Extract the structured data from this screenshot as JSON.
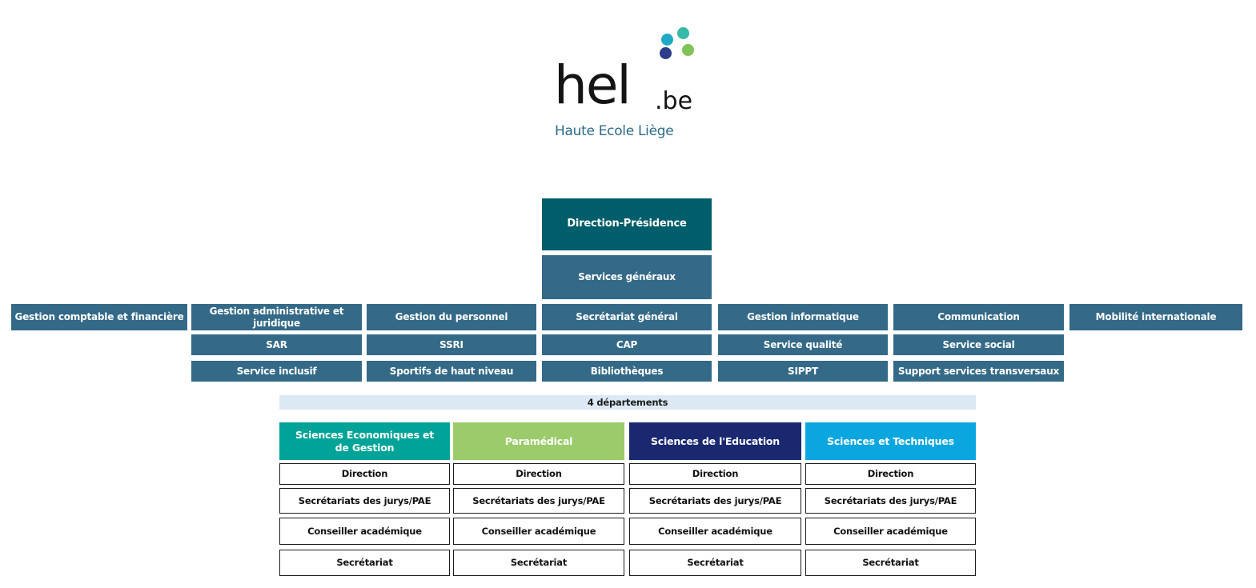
{
  "logo": {
    "word": "hel",
    "suffix": ".be",
    "tagline": "Haute Ecole Liège",
    "dot_colors": [
      "#1ea9c5",
      "#37b9a8",
      "#2e3c8c",
      "#7fc35a"
    ]
  },
  "direction": "Direction-Présidence",
  "services_generaux": "Services généraux",
  "services": {
    "gestion_comptable": "Gestion comptable et financière",
    "gestion_administrative": "Gestion administrative et juridique",
    "gestion_personnel": "Gestion du personnel",
    "secretariat_general": "Secrétariat général",
    "gestion_informatique": "Gestion informatique",
    "communication": "Communication",
    "mobilite": "Mobilité internationale",
    "sar": "SAR",
    "ssri": "SSRI",
    "cap": "CAP",
    "service_qualite": "Service qualité",
    "service_social": "Service social",
    "service_inclusif": "Service inclusif",
    "sportifs": "Sportifs de haut niveau",
    "bibliotheques": "Bibliothèques",
    "sippt": "SIPPT",
    "support": "Support services transversaux"
  },
  "departments_label": "4 départements",
  "departments": [
    {
      "name": "Sciences Economiques et de Gestion",
      "color": "#00a398",
      "rows": [
        "Direction",
        "Secrétariats des jurys/PAE",
        "Conseiller académique",
        "Secrétariat"
      ]
    },
    {
      "name": "Paramédical",
      "color": "#9ccb6b",
      "rows": [
        "Direction",
        "Secrétariats des jurys/PAE",
        "Conseiller académique",
        "Secrétariat"
      ]
    },
    {
      "name": "Sciences de l'Education",
      "color": "#1a2870",
      "rows": [
        "Direction",
        "Secrétariats des jurys/PAE",
        "Conseiller académique",
        "Secrétariat"
      ]
    },
    {
      "name": "Sciences et Techniques",
      "color": "#0aa6df",
      "rows": [
        "Direction",
        "Secrétariats des jurys/PAE",
        "Conseiller académique",
        "Secrétariat"
      ]
    }
  ],
  "colors": {
    "service_box": "#346a88",
    "direction_box": "#005d6a",
    "band": "#dce9f5"
  }
}
